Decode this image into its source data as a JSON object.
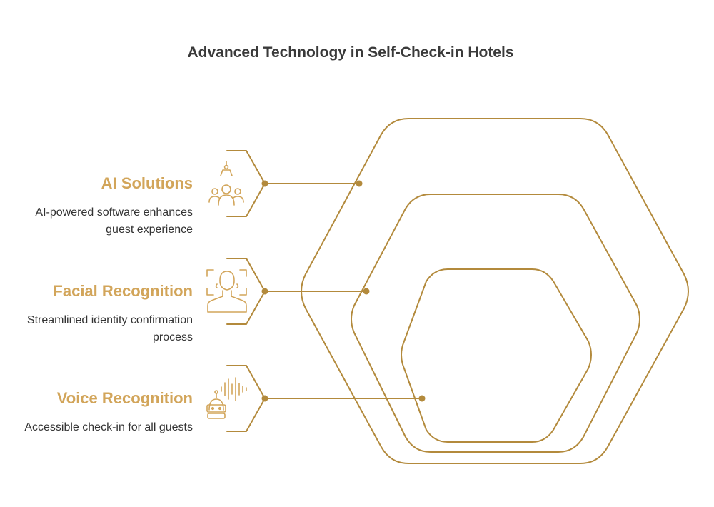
{
  "title": "Advanced Technology in Self-Check-in Hotels",
  "colors": {
    "accent": "#b38a3c",
    "heading": "#d2a55a",
    "text": "#333333"
  },
  "items": [
    {
      "title": "AI Solutions",
      "description": "AI-powered software enhances guest experience",
      "icon": "robot-arm-users-icon"
    },
    {
      "title": "Facial Recognition",
      "description": "Streamlined identity confirmation process",
      "icon": "face-scan-icon"
    },
    {
      "title": "Voice Recognition",
      "description": "Accessible check-in for all guests",
      "icon": "voice-robot-icon"
    }
  ]
}
